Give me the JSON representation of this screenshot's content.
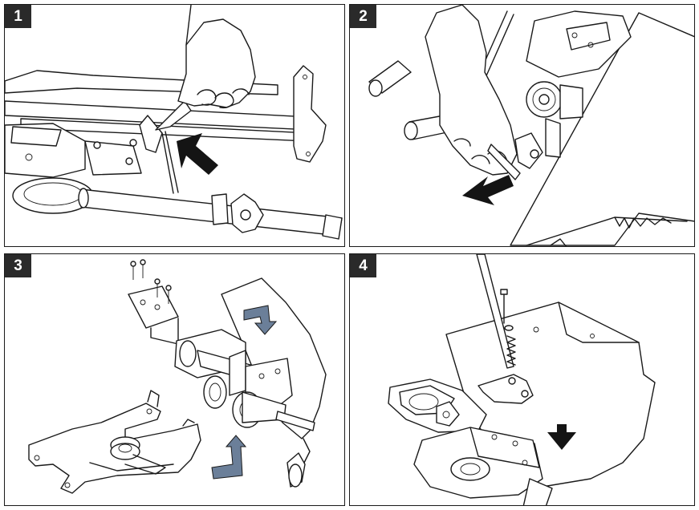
{
  "panels": [
    {
      "step": "1"
    },
    {
      "step": "2"
    },
    {
      "step": "3"
    },
    {
      "step": "4"
    }
  ],
  "colors": {
    "outline": "#1a1a1a",
    "badge": "#2a2a2a",
    "arrow_black": "#141414",
    "arrow_blue": "#6b7f99"
  }
}
